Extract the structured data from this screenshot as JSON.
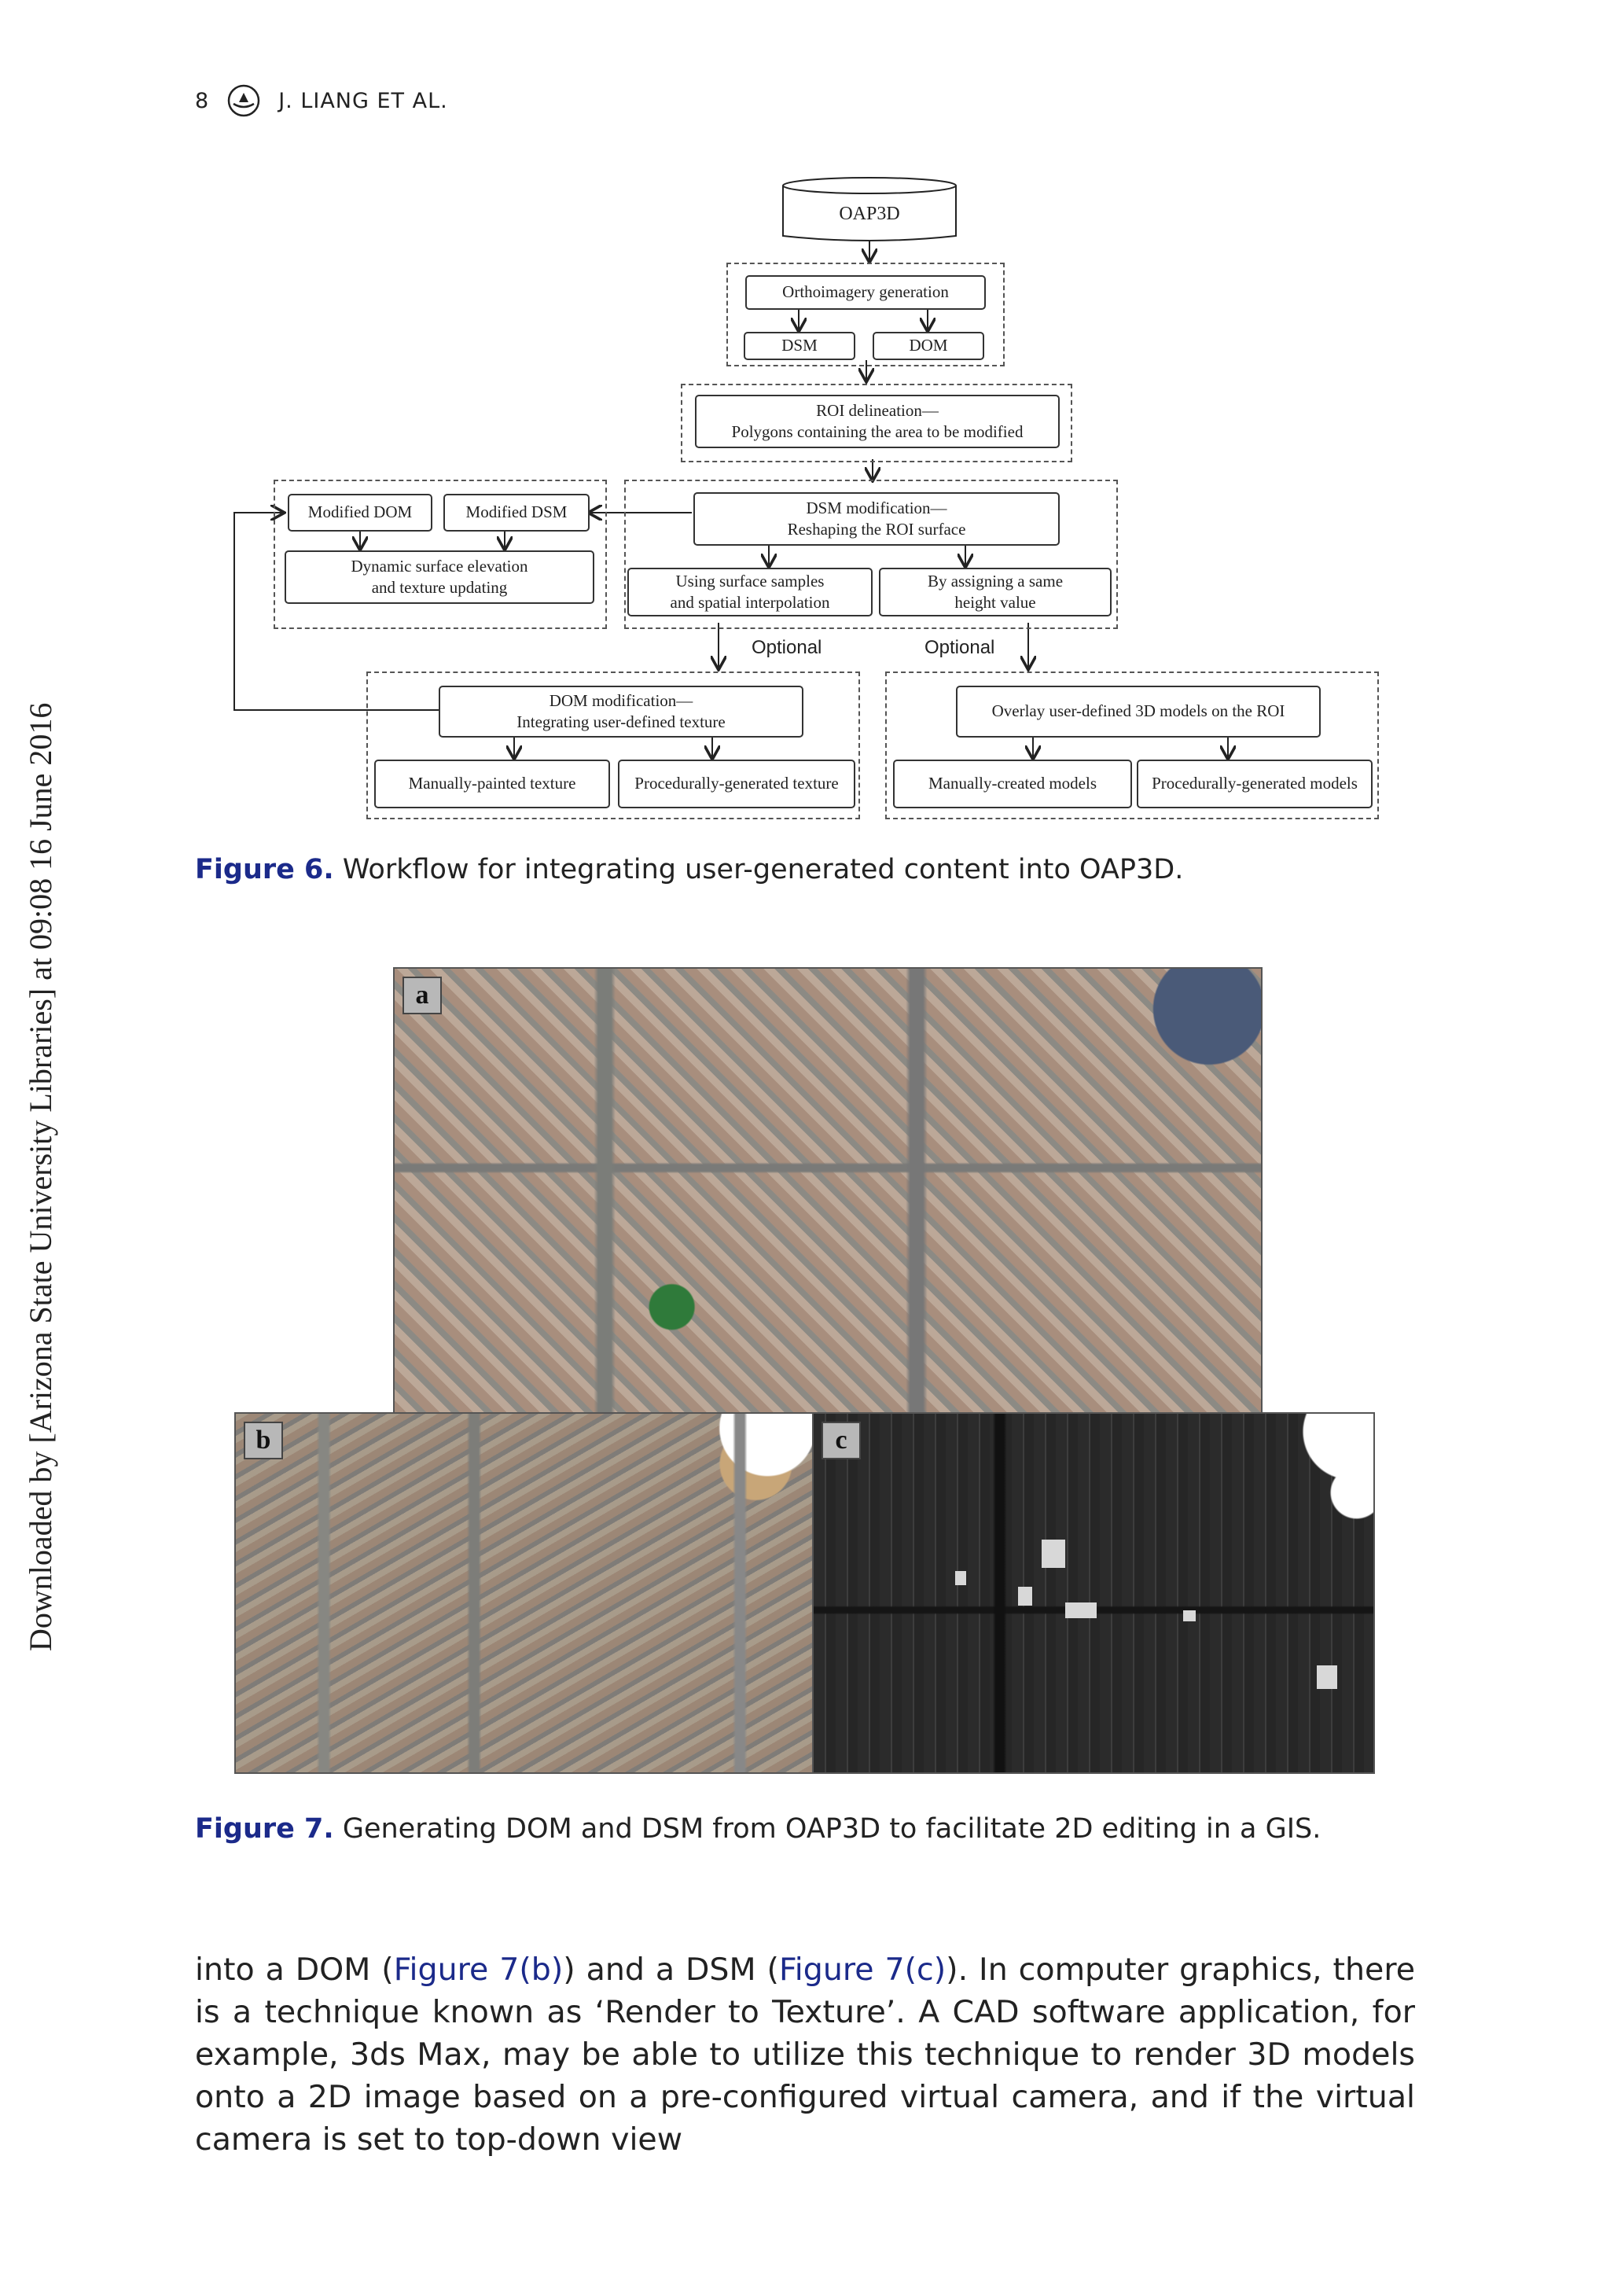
{
  "header": {
    "page_number": "8",
    "authors": "J. LIANG ET AL."
  },
  "side_note": "Downloaded by [Arizona State University Libraries] at 09:08 16 June 2016",
  "figure6": {
    "db": "OAP3D",
    "ortho": "Orthoimagery generation",
    "dsm": "DSM",
    "dom": "DOM",
    "roi_line1": "ROI delineation—",
    "roi_line2": "Polygons containing the area to be modified",
    "mod_dom": "Modified DOM",
    "mod_dsm": "Modified DSM",
    "dyn_line1": "Dynamic surface elevation",
    "dyn_line2": "and texture updating",
    "dsm_mod_line1": "DSM modification—",
    "dsm_mod_line2": "Reshaping the ROI surface",
    "samples_line1": "Using surface samples",
    "samples_line2": "and spatial interpolation",
    "assign_line1": "By assigning a same",
    "assign_line2": "height value",
    "optional_left": "Optional",
    "optional_right": "Optional",
    "dom_mod_line1": "DOM modification—",
    "dom_mod_line2": "Integrating user-defined texture",
    "manual_texture": "Manually-painted texture",
    "proc_texture": "Procedurally-generated texture",
    "overlay": "Overlay user-defined 3D models on the ROI",
    "manual_models": "Manually-created models",
    "proc_models": "Procedurally-generated models"
  },
  "caption6": {
    "label": "Figure 6.",
    "text": " Workflow for integrating user-generated content into OAP3D."
  },
  "figure7": {
    "label_a": "a",
    "label_b": "b",
    "label_c": "c"
  },
  "caption7": {
    "label": "Figure 7.",
    "text": " Generating DOM and DSM from OAP3D to facilitate 2D editing in a GIS."
  },
  "body": {
    "p1_a": "into a DOM (",
    "link1": "Figure 7(b)",
    "p1_b": ") and a DSM (",
    "link2": "Figure 7(c)",
    "p1_c": "). In computer graphics, there is a technique known as ‘Render to Texture’. A CAD software application, for example, 3ds Max, may be able to utilize this technique to render 3D models onto a 2D image based on a pre-configured virtual camera, and if the virtual camera is set to top-down view"
  }
}
